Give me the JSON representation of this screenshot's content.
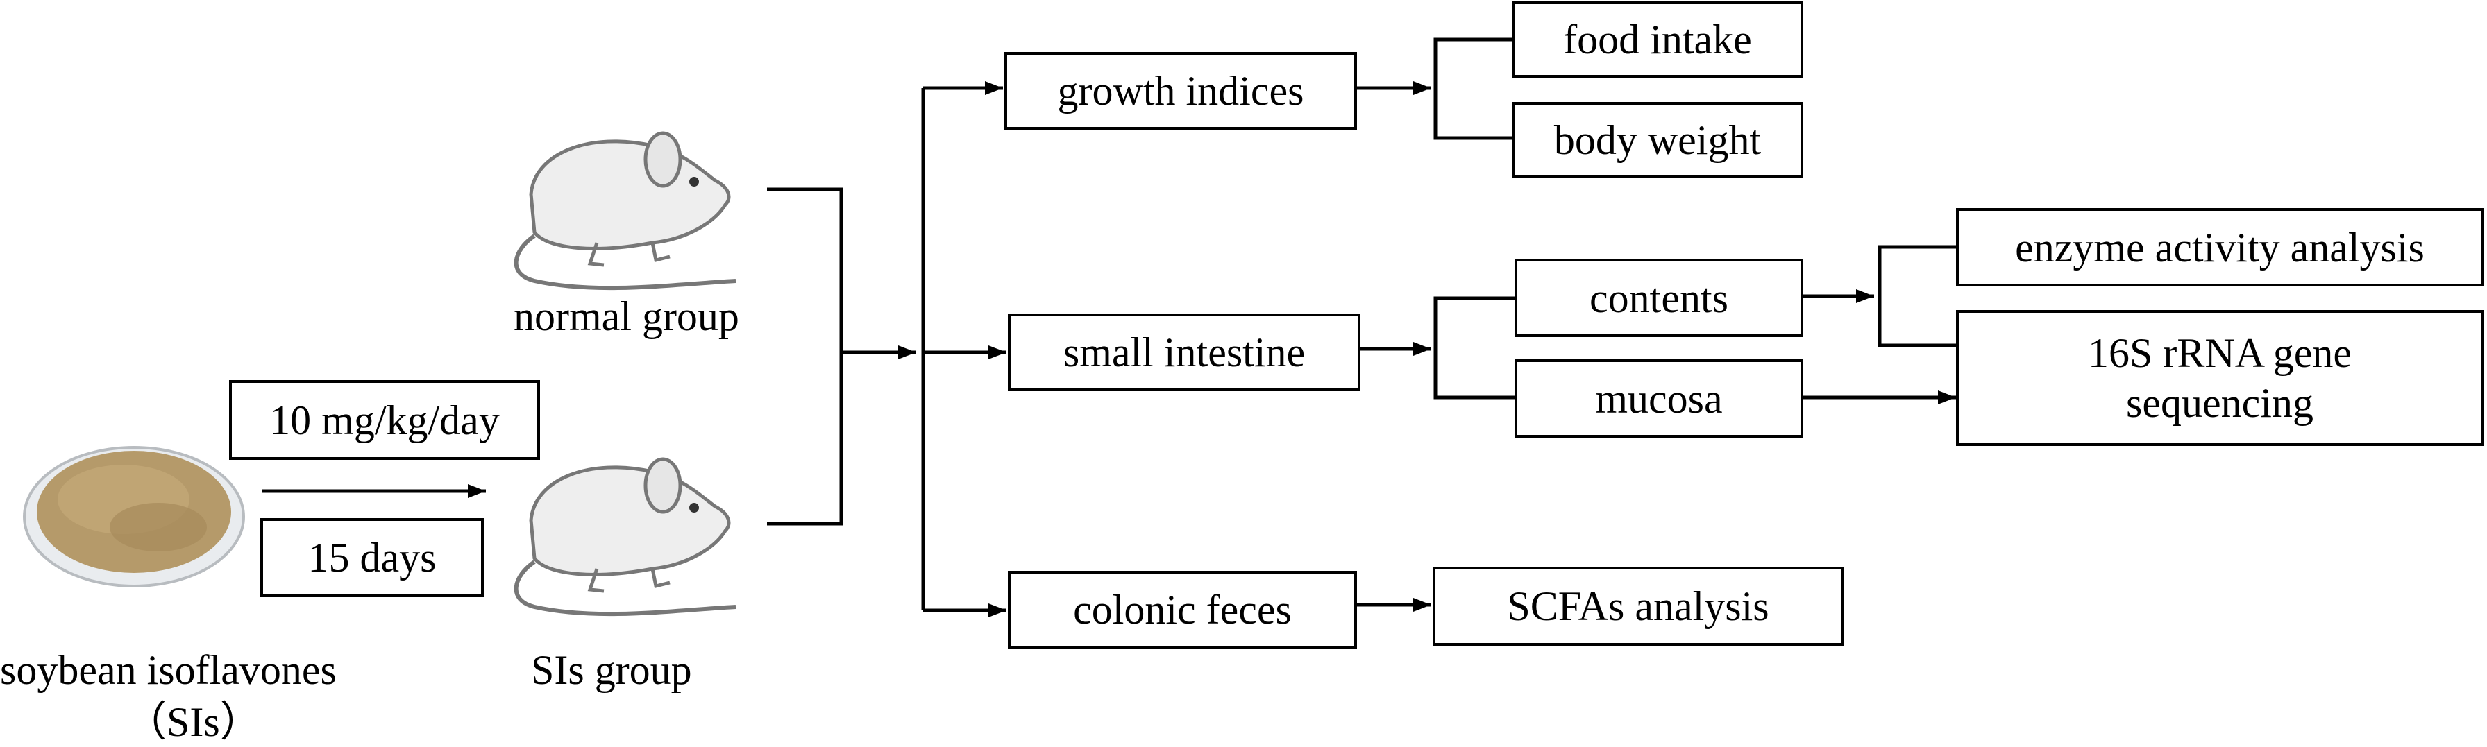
{
  "labels": {
    "normal_group": "normal group",
    "sis_group": "SIs group",
    "soybean": "soybean isoflavones",
    "sis_abbrev": "（SIs）"
  },
  "treatment": {
    "dose": "10 mg/kg/day",
    "duration": "15 days"
  },
  "samples": {
    "growth": "growth indices",
    "intestine": "small intestine",
    "feces": "colonic feces"
  },
  "growth_items": {
    "food": "food intake",
    "weight": "body weight"
  },
  "intestine_parts": {
    "contents": "contents",
    "mucosa": "mucosa"
  },
  "analyses": {
    "enzyme": "enzyme activity analysis",
    "sequencing_line1": "16S rRNA gene",
    "sequencing_line2": "sequencing",
    "scfa": "SCFAs analysis"
  },
  "colors": {
    "line": "#000000",
    "powder": "#b59a6a",
    "dish": "#e9ecef"
  }
}
